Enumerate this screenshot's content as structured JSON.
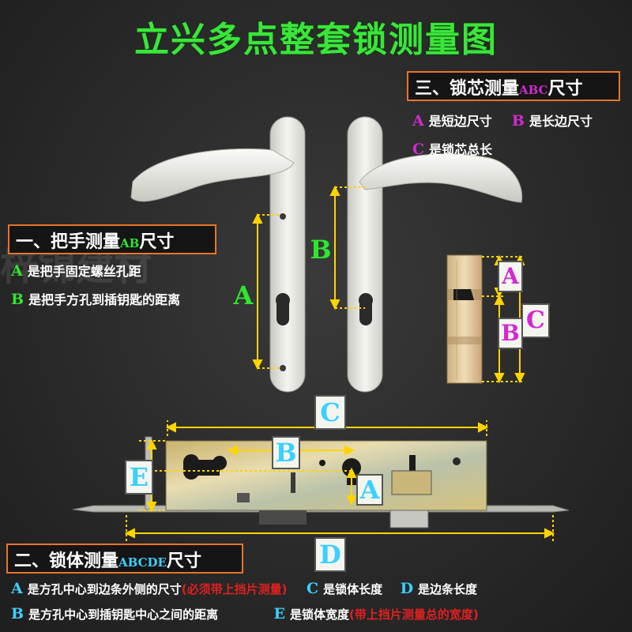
{
  "title": "立兴多点整套锁测量图",
  "watermark": "梓锦建材",
  "section_c": {
    "prefix": "三、锁芯测量",
    "letters": "ABC",
    "suffix": "尺寸",
    "line1_a_letter": "A",
    "line1_a_text": "是短边尺寸",
    "line1_b_letter": "B",
    "line1_b_text": "是长边尺寸",
    "line2_c_letter": "C",
    "line2_c_text": "是锁芯总长"
  },
  "section_a": {
    "prefix": "一、把手测量",
    "letters": "AB",
    "suffix": "尺寸",
    "a_letter": "A",
    "a_text": "是把手固定螺丝孔距",
    "b_letter": "B",
    "b_text": "是把手方孔到插钥匙的距离"
  },
  "section_b": {
    "prefix": "二、锁体测量",
    "letters": "ABCDE",
    "suffix": "尺寸",
    "a_letter": "A",
    "a_text": "是方孔中心到边条外侧的尺寸",
    "a_note": "(必须带上挡片测量)",
    "c_letter": "C",
    "c_text": "是锁体长度",
    "d_letter": "D",
    "d_text": "是边条长度",
    "b_letter": "B",
    "b_text": "是方孔中心到插钥匙中心之间的距离",
    "e_letter": "E",
    "e_text": "是锁体宽度",
    "e_note": "(带上挡片测量总的宽度)"
  },
  "diagram_labels": {
    "handle_a": "A",
    "handle_b": "B",
    "cyl_a": "A",
    "cyl_b": "B",
    "cyl_c": "C",
    "body_c": "C",
    "body_b": "B",
    "body_a": "A",
    "body_e": "E",
    "body_d": "D"
  },
  "colors": {
    "title": "#39e639",
    "box_border": "#e8742a",
    "accent_purple": "#d12ad1",
    "accent_green": "#2ee62e",
    "accent_blue": "#3ad0ff",
    "note_red": "#e02020",
    "guide_yellow": "#ffd400"
  }
}
